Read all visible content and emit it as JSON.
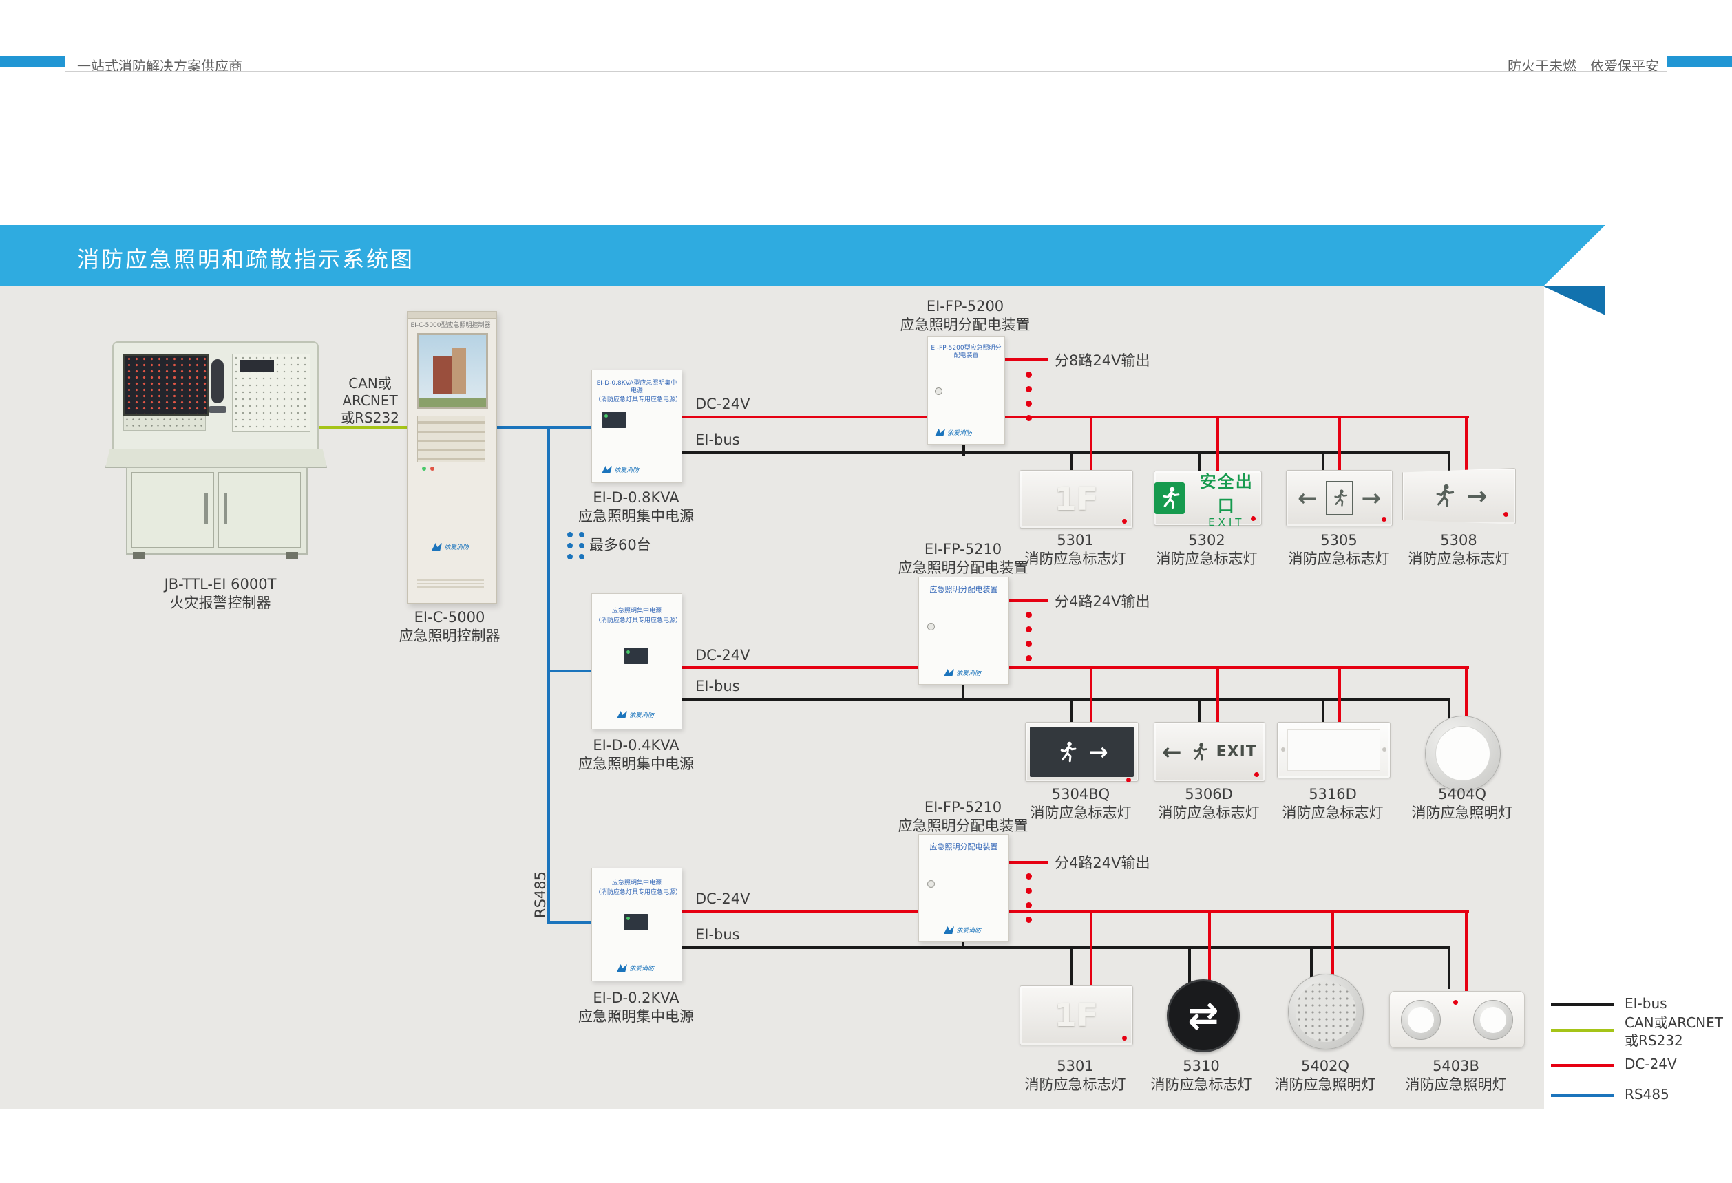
{
  "header": {
    "left_tagline": "一站式消防解决方案供应商",
    "right_tagline": "防火于未燃　依爱保平安"
  },
  "banner": {
    "title": "消防应急照明和疏散指示系统图"
  },
  "controller": {
    "model": "JB-TTL-EI 6000T",
    "name": "火灾报警控制器"
  },
  "lighting_controller": {
    "model": "EI-C-5000",
    "name": "应急照明控制器",
    "panel_title": "EI-C-5000型应急照明控制器"
  },
  "link": {
    "line1": "CAN或",
    "line2": "ARCNET",
    "line3": "或RS232"
  },
  "bus": {
    "rs485": "RS485",
    "max_units": "最多60台",
    "dc": "DC-24V",
    "eibus": "EI-bus"
  },
  "brand": {
    "logo_text": "依爱消防"
  },
  "psu": {
    "items": [
      {
        "model": "EI-D-0.8KVA",
        "name": "应急照明集中电源",
        "panel_line1": "EI-D-0.8KVA型应急照明集中电源",
        "panel_line2": "（消防应急灯具专用应急电源）"
      },
      {
        "model": "EI-D-0.4KVA",
        "name": "应急照明集中电源",
        "panel_line1": "应急照明集中电源",
        "panel_line2": "（消防应急灯具专用应急电源）"
      },
      {
        "model": "EI-D-0.2KVA",
        "name": "应急照明集中电源",
        "panel_line1": "应急照明集中电源",
        "panel_line2": "（消防应急灯具专用应急电源）"
      }
    ]
  },
  "fp": {
    "items": [
      {
        "model": "EI-FP-5200",
        "name": "应急照明分配电装置",
        "output": "分8路24V输出",
        "panel_text": "EI-FP-5200型应急照明分配电装置"
      },
      {
        "model": "EI-FP-5210",
        "name": "应急照明分配电装置",
        "output": "分4路24V输出",
        "panel_text": "应急照明分配电装置"
      },
      {
        "model": "EI-FP-5210",
        "name": "应急照明分配电装置",
        "output": "分4路24V输出",
        "panel_text": "应急照明分配电装置"
      }
    ]
  },
  "glyphs": {
    "arrow_left": "←",
    "arrow_right": "→",
    "arrows_lr": "⇄"
  },
  "lamps": {
    "row1": [
      {
        "model": "5301",
        "name": "消防应急标志灯",
        "text": "1F"
      },
      {
        "model": "5302",
        "name": "消防应急标志灯",
        "text_cn": "安全出口",
        "text_en": "EXIT"
      },
      {
        "model": "5305",
        "name": "消防应急标志灯"
      },
      {
        "model": "5308",
        "name": "消防应急标志灯"
      }
    ],
    "row2": [
      {
        "model": "5304BQ",
        "name": "消防应急标志灯"
      },
      {
        "model": "5306D",
        "name": "消防应急标志灯",
        "text_en": "EXIT"
      },
      {
        "model": "5316D",
        "name": "消防应急标志灯"
      },
      {
        "model": "5404Q",
        "name": "消防应急照明灯"
      }
    ],
    "row3": [
      {
        "model": "5301",
        "name": "消防应急标志灯",
        "text": "1F"
      },
      {
        "model": "5310",
        "name": "消防应急标志灯"
      },
      {
        "model": "5402Q",
        "name": "消防应急照明灯"
      },
      {
        "model": "5403B",
        "name": "消防应急照明灯"
      }
    ]
  },
  "legend": {
    "eibus": "EI-bus",
    "can_line1": "CAN或ARCNET",
    "can_line2": "或RS232",
    "dc": "DC-24V",
    "rs485": "RS485"
  },
  "colors": {
    "red": "#e60012",
    "green": "#a5c418",
    "blue": "#1b74bc",
    "black": "#1a1a1a",
    "banner": "#2fabe0"
  }
}
